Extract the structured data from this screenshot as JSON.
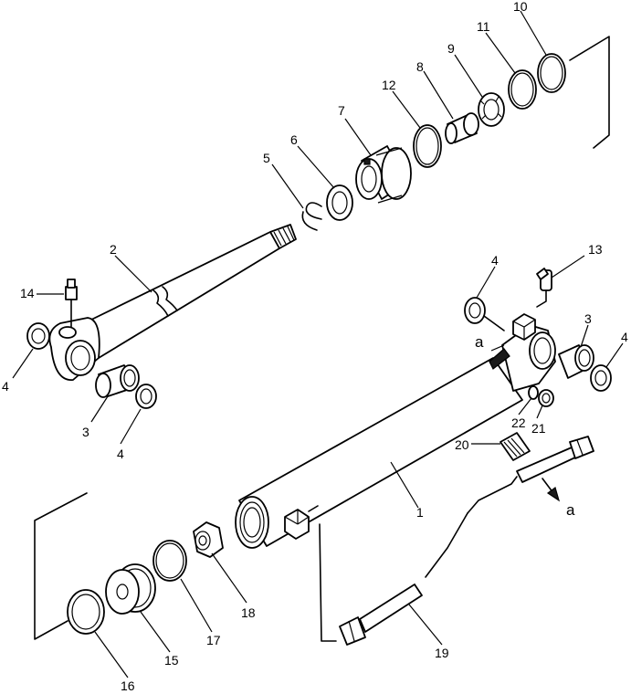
{
  "diagram": {
    "callouts": {
      "c1": "1",
      "c2": "2",
      "c3a": "3",
      "c3b": "3",
      "c4a": "4",
      "c4b": "4",
      "c4c": "4",
      "c4d": "4",
      "c5": "5",
      "c6": "6",
      "c7": "7",
      "c8": "8",
      "c9": "9",
      "c10": "10",
      "c11": "11",
      "c12": "12",
      "c13": "13",
      "c14": "14",
      "c15": "15",
      "c16": "16",
      "c17": "17",
      "c18": "18",
      "c19": "19",
      "c20": "20",
      "c21": "21",
      "c22": "22"
    },
    "detail_refs": {
      "a_top": "a",
      "a_bottom": "a"
    }
  }
}
